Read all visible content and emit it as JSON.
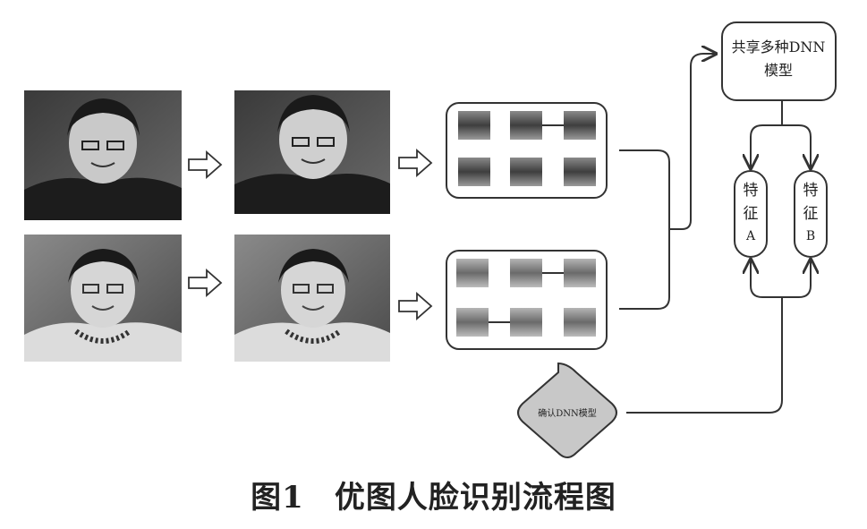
{
  "caption": {
    "figure_number": "图1",
    "title": "优图人脸识别流程图"
  },
  "nodes": {
    "shared_model": {
      "line1": "共享多种DNN",
      "line2": "模型"
    },
    "feature_a": {
      "line1": "特",
      "line2": "征",
      "line3": "A"
    },
    "feature_b": {
      "line1": "特",
      "line2": "征",
      "line3": "B"
    },
    "confirm_model": {
      "label": "确认DNN模型"
    }
  },
  "colors": {
    "stroke": "#333333",
    "photo_dark": "#2a2a2a",
    "photo_mid": "#7a7a7a"
  },
  "icons": {
    "process_arrow": "hollow-right-arrow",
    "face_part": "grayscale-face-crop"
  }
}
